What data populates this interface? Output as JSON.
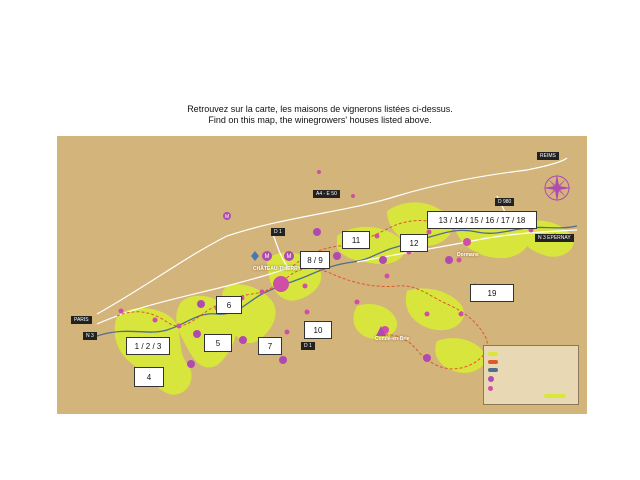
{
  "caption": {
    "line_fr": "Retrouvez sur la carte, les maisons de vignerons listées ci-dessus.",
    "line_en": "Find on this map, the winegrowers' houses listed above."
  },
  "map": {
    "colors": {
      "background": "#d3b47a",
      "vineyards": "#d8e83a",
      "river": "#4f6e8c",
      "route_dashed": "#e0582c",
      "road": "#ffffff",
      "markers": "#d04fa6"
    },
    "road_tags": {
      "reims": "REIMS",
      "paris": "PARIS",
      "n3_left": "N 3",
      "a4": "A4 - E 50",
      "d1_top": "D 1",
      "d1_bottom": "D 1",
      "d980": "D 980",
      "n3_epernay": "N 3 EPERNAY"
    },
    "town_labels": {
      "chateau_thierry": "CHÂTEAU-THIERRY",
      "dormans": "Dormans",
      "conde": "Condé-en-Brie"
    },
    "boxes": [
      {
        "id": "box-1-2-3",
        "label": "1 / 2 / 3"
      },
      {
        "id": "box-4",
        "label": "4"
      },
      {
        "id": "box-5",
        "label": "5"
      },
      {
        "id": "box-6",
        "label": "6"
      },
      {
        "id": "box-7",
        "label": "7"
      },
      {
        "id": "box-8-9",
        "label": "8 / 9"
      },
      {
        "id": "box-10",
        "label": "10"
      },
      {
        "id": "box-11",
        "label": "11"
      },
      {
        "id": "box-12",
        "label": "12"
      },
      {
        "id": "box-13-18",
        "label": "13 / 14 / 15 / 16 / 17 / 18"
      },
      {
        "id": "box-19",
        "label": "19"
      }
    ],
    "compass": "compass-rose-icon",
    "legend_icon": "map-legend"
  }
}
